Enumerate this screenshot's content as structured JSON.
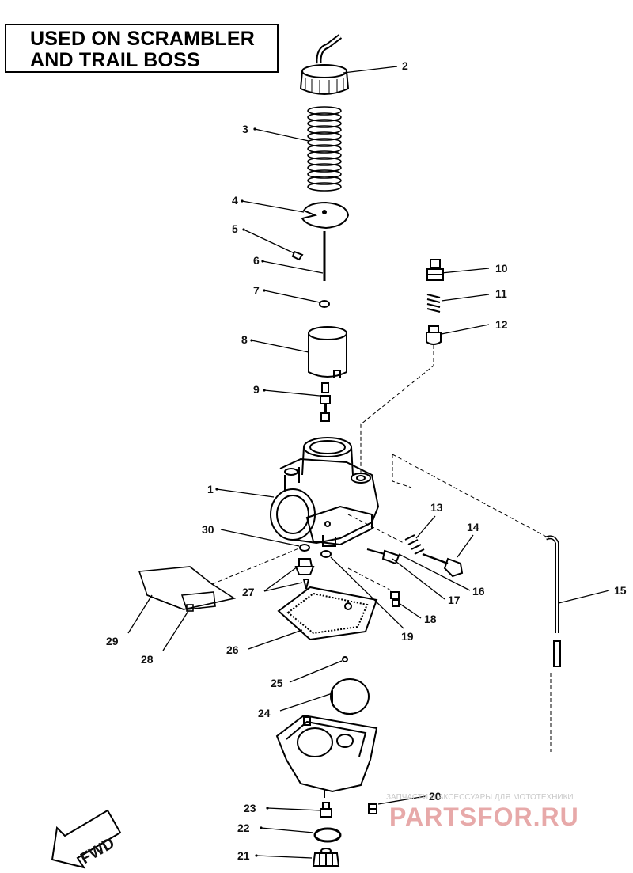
{
  "title": {
    "line1": "USED ON SCRAMBLER",
    "line2": "AND TRAIL BOSS"
  },
  "fwd_label": "FWD",
  "watermark": {
    "caption": "ЗАПЧАСТИ И АКСЕССУАРЫ ДЛЯ МОТОТЕХНИКИ",
    "brand": "PARTSFOR.RU"
  },
  "callouts": [
    "1",
    "2",
    "3",
    "4",
    "5",
    "6",
    "7",
    "8",
    "9",
    "10",
    "11",
    "12",
    "13",
    "14",
    "15",
    "16",
    "17",
    "18",
    "19",
    "20",
    "21",
    "22",
    "23",
    "24",
    "25",
    "26",
    "27",
    "28",
    "29",
    "30"
  ]
}
